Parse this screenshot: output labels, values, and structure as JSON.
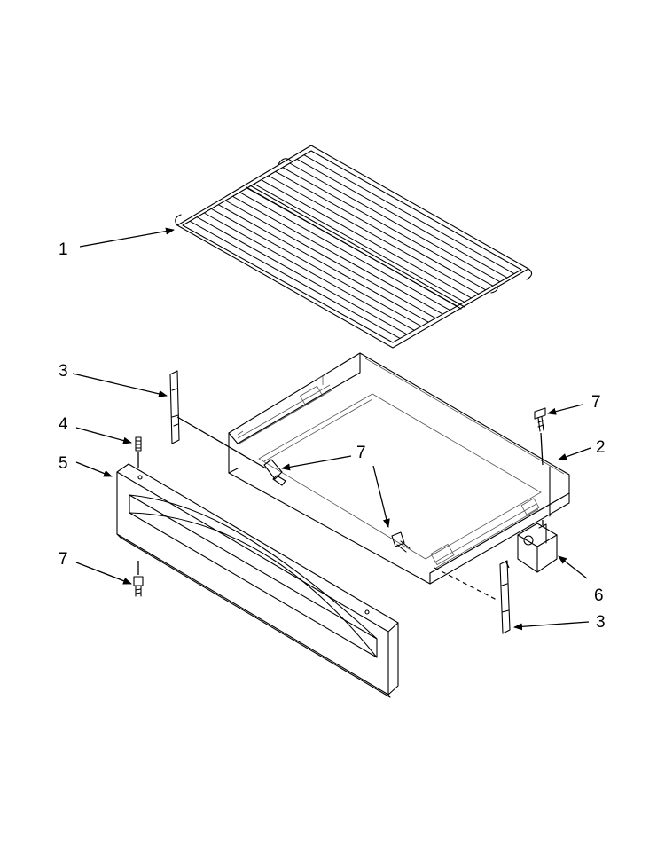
{
  "callouts": [
    {
      "id": "c1",
      "label": "1"
    },
    {
      "id": "c2",
      "label": "2"
    },
    {
      "id": "c3a",
      "label": "3"
    },
    {
      "id": "c3b",
      "label": "3"
    },
    {
      "id": "c4",
      "label": "4"
    },
    {
      "id": "c5",
      "label": "5"
    },
    {
      "id": "c6",
      "label": "6"
    },
    {
      "id": "c7a",
      "label": "7"
    },
    {
      "id": "c7b",
      "label": "7"
    },
    {
      "id": "c7c",
      "label": "7"
    }
  ],
  "colors": {
    "line": "#000000",
    "background": "#ffffff"
  }
}
